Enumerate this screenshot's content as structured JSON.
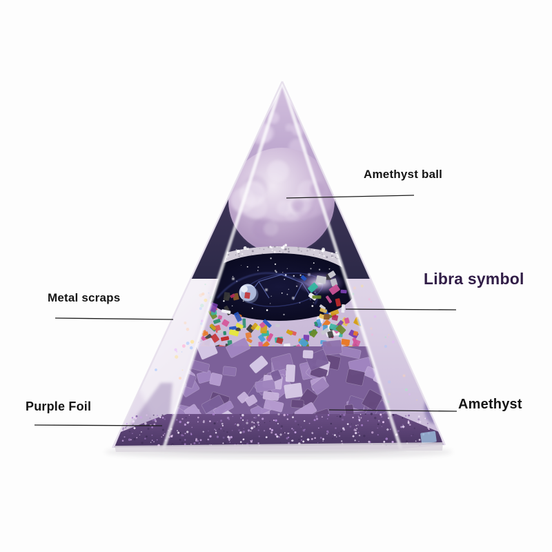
{
  "canvas": {
    "background": "#fdfdfd"
  },
  "annotations": {
    "amethyst_ball": {
      "label": "Amethyst ball",
      "color": "#141414"
    },
    "libra_symbol": {
      "label": "Libra symbol",
      "color": "#311d47"
    },
    "metal_scraps": {
      "label": "Metal scraps",
      "color": "#141414"
    },
    "purple_foil": {
      "label": "Purple Foil",
      "color": "#141414"
    },
    "amethyst": {
      "label": "Amethyst",
      "color": "#141414"
    }
  },
  "artwork": {
    "pointer_line": "#1c1c1c",
    "galaxy_navy": "#0d0d24",
    "silver_rim": "#d2ccd8",
    "foil_base": "#5a3f73",
    "ball_base": "#c7b2d2",
    "chip_colors": [
      "#c42a2a",
      "#e05252",
      "#d4a017",
      "#e8c25a",
      "#2a8f6e",
      "#35b6a0",
      "#2255c4",
      "#7a3fb0",
      "#d4579b",
      "#e87a2a",
      "#c8c8d0",
      "#f0f0f4",
      "#3a3a3a",
      "#8a5a2a",
      "#4aa0d8",
      "#b02a5a",
      "#6a8a2a",
      "#e8e83a"
    ],
    "amethyst_purples": [
      "#8f72ad",
      "#a386c2",
      "#b79dd1",
      "#7b5f9a",
      "#c9b4dd",
      "#66497e",
      "#9f83bd",
      "#d9cce8"
    ],
    "foil_glitter": [
      "#efe2f8",
      "#c9a6e2",
      "#8a68a8",
      "#42305a",
      "#e8c8f4",
      "#b288d4"
    ],
    "left_face_sparkle": [
      "#ffb3d9",
      "#ffe28a",
      "#a8e8c8",
      "#a8c8ff",
      "#e8b3ff",
      "#ffd4b3"
    ]
  }
}
